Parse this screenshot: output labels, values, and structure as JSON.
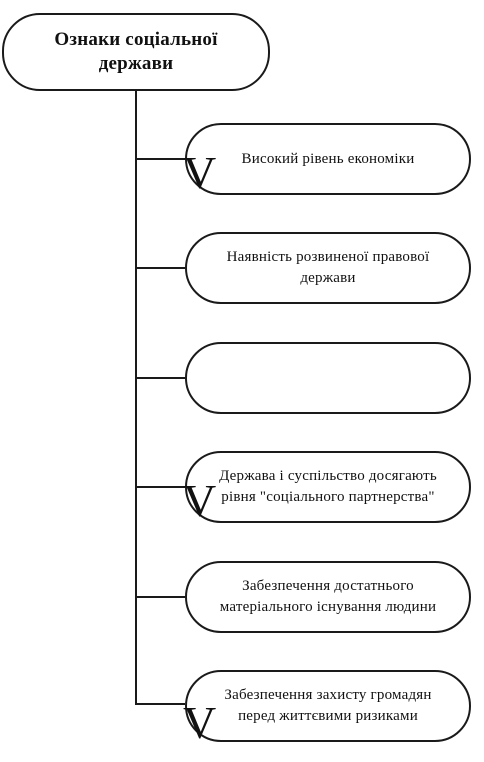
{
  "diagram": {
    "root": {
      "label": "Ознаки соціальної\nдержави"
    },
    "items": [
      {
        "label": "Високий рівень економіки"
      },
      {
        "label": "Наявність розвиненої правової\nдержави"
      },
      {
        "label": ""
      },
      {
        "label": "Держава і суспільство досягають\nрівня \"соціального партнерства\""
      },
      {
        "label": "Забезпечення достатнього\nматеріального існування людини"
      },
      {
        "label": "Забезпечення захисту громадян\nперед життєвими ризиками"
      }
    ]
  }
}
